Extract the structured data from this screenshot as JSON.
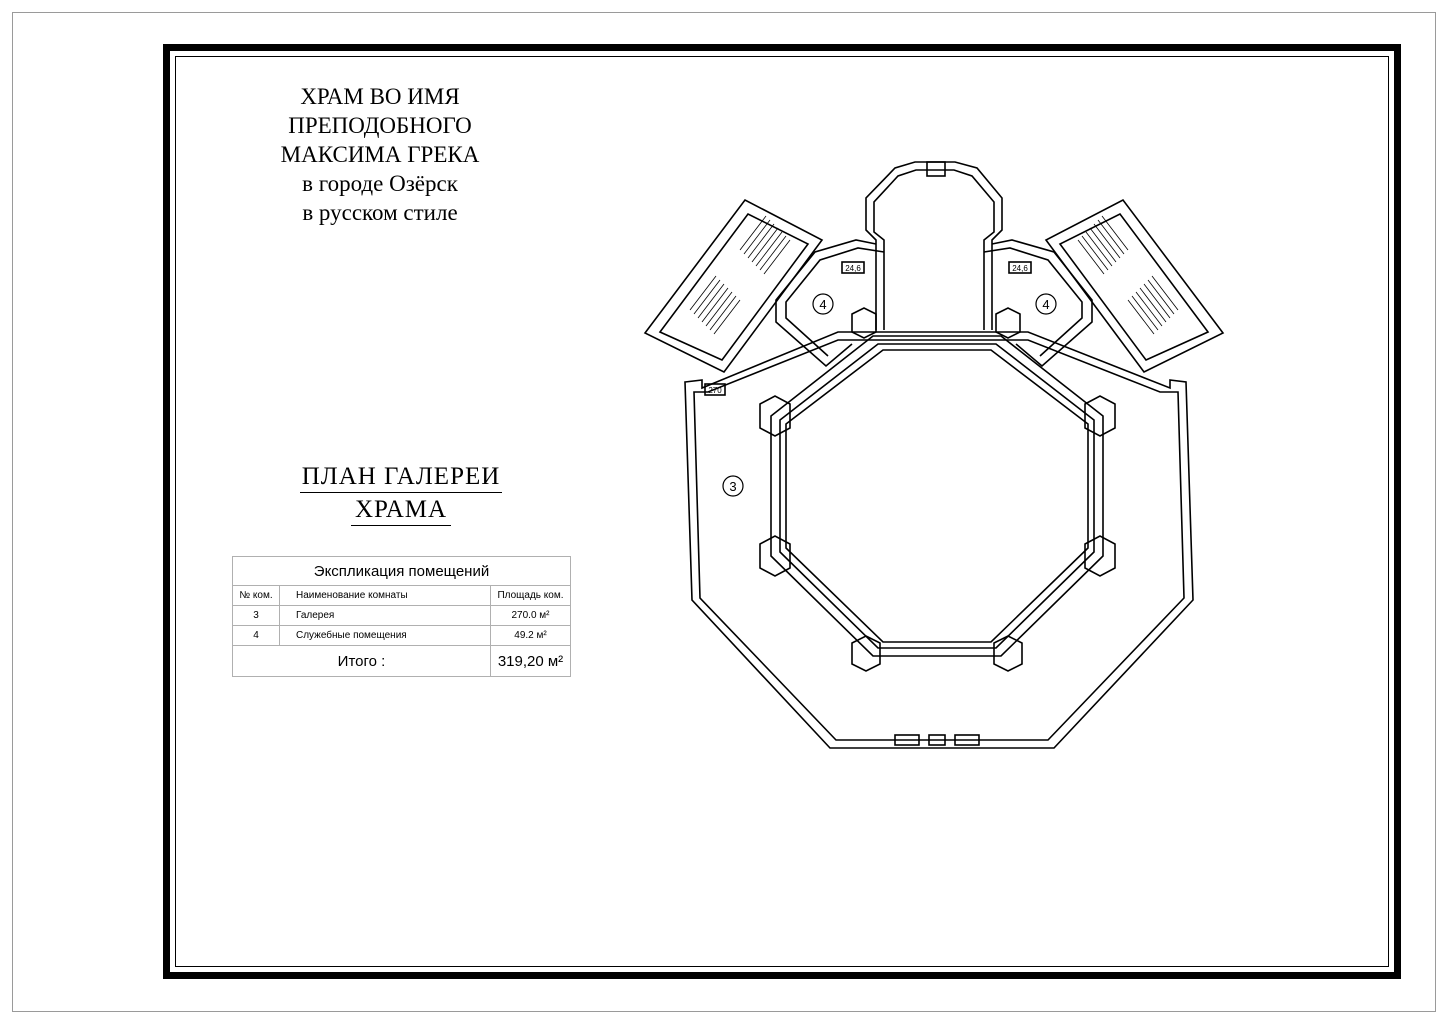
{
  "title": {
    "lines": [
      "ХРАМ ВО ИМЯ",
      "ПРЕПОДОБНОГО",
      "МАКСИМА ГРЕКА",
      "в городе Озёрск",
      "в русском стиле"
    ]
  },
  "plan_title": {
    "line1": "ПЛАН  ГАЛЕРЕИ",
    "line2": "ХРАМА"
  },
  "explication": {
    "caption": "Экспликация помещений",
    "headers": [
      "№ ком.",
      "Наименование комнаты",
      "Площадь ком."
    ],
    "rows": [
      {
        "num": "3",
        "name": "Галерея",
        "area": "270.0 м²"
      },
      {
        "num": "4",
        "name": "Служебные помещения",
        "area": "49.2 м²"
      }
    ],
    "total_label": "Итого :",
    "total_value": "319,20 м²"
  },
  "room_labels": {
    "gallery": "3",
    "service_left": "4",
    "service_right": "4",
    "area_gallery": "270",
    "area_left": "24,6",
    "area_right": "24,6"
  }
}
